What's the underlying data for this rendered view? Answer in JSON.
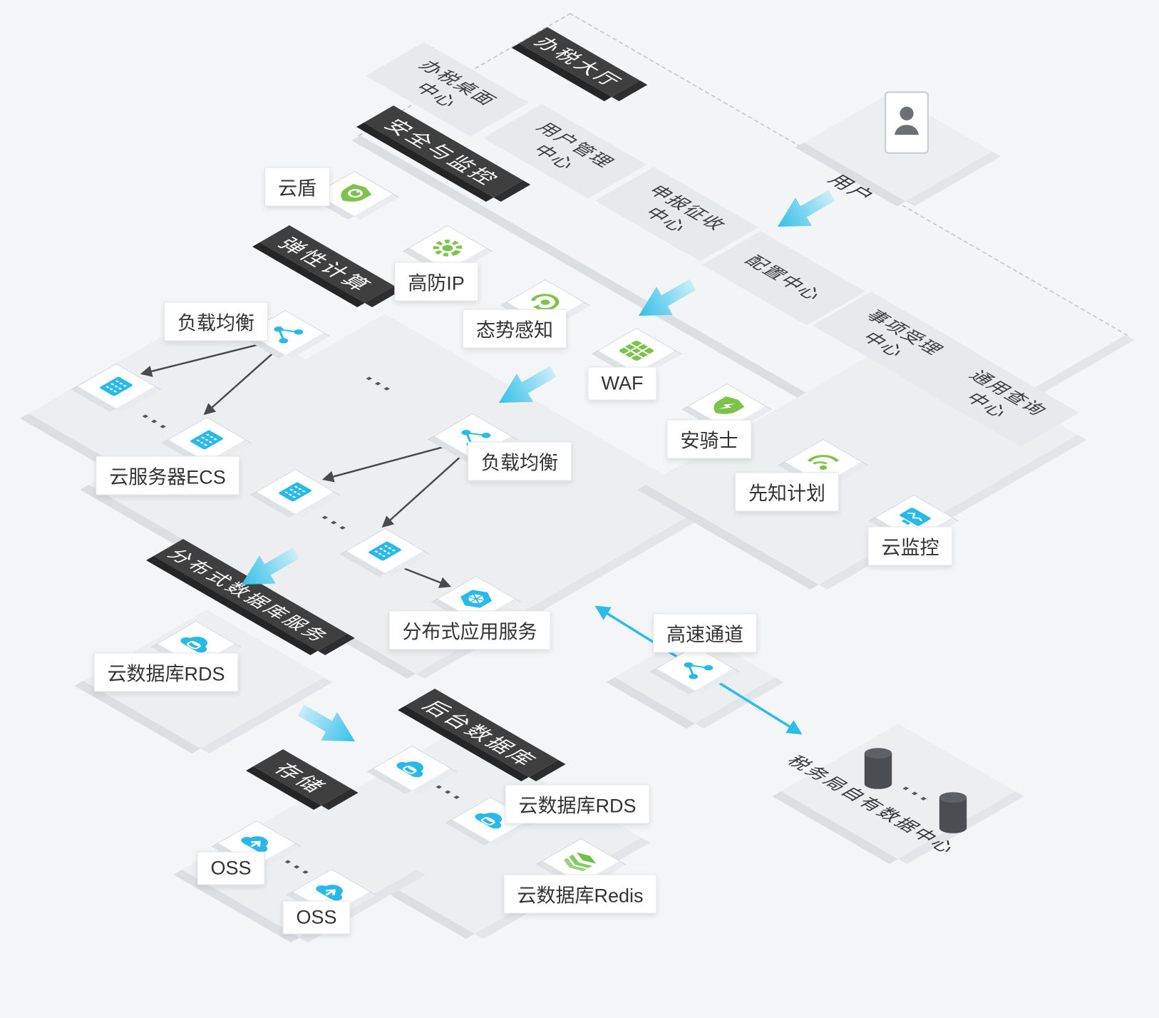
{
  "hall": {
    "title": "办税大厅",
    "tiles": [
      {
        "line1": "办税桌面",
        "line2": "中心"
      },
      {
        "line1": "用户管理",
        "line2": "中心"
      },
      {
        "line1": "申报征收",
        "line2": "中心"
      },
      {
        "line1": "配置中心",
        "line2": ""
      },
      {
        "line1": "事项受理",
        "line2": "中心"
      },
      {
        "line1": "通用查询",
        "line2": "中心"
      }
    ]
  },
  "user": {
    "label": "用户"
  },
  "security": {
    "title": "安全与监控",
    "items": [
      {
        "label": "云盾"
      },
      {
        "label": "高防IP"
      },
      {
        "label": "态势感知"
      },
      {
        "label": "WAF"
      },
      {
        "label": "安骑士"
      },
      {
        "label": "先知计划"
      },
      {
        "label": "云监控"
      }
    ]
  },
  "elastic": {
    "title": "弹性计算",
    "lb1_label": "负载均衡",
    "ecs_label": "云服务器ECS",
    "lb2_label": "负载均衡",
    "edas_label": "分布式应用服务"
  },
  "dds": {
    "title": "分布式数据库服务",
    "rds_label": "云数据库RDS"
  },
  "backend": {
    "title": "后台数据库",
    "rds_label": "云数据库RDS",
    "redis_label": "云数据库Redis"
  },
  "storage": {
    "title": "存储",
    "oss1_label": "OSS",
    "oss2_label": "OSS"
  },
  "express": {
    "label": "高速通道"
  },
  "datacenter": {
    "label": "税务局自有数据中心"
  },
  "misc": {
    "ellipsis": "···"
  },
  "colors": {
    "green": "#7dc24b",
    "blue": "#28b9e8",
    "cyan": "#2bbde9",
    "band": "#3f3f3f"
  }
}
